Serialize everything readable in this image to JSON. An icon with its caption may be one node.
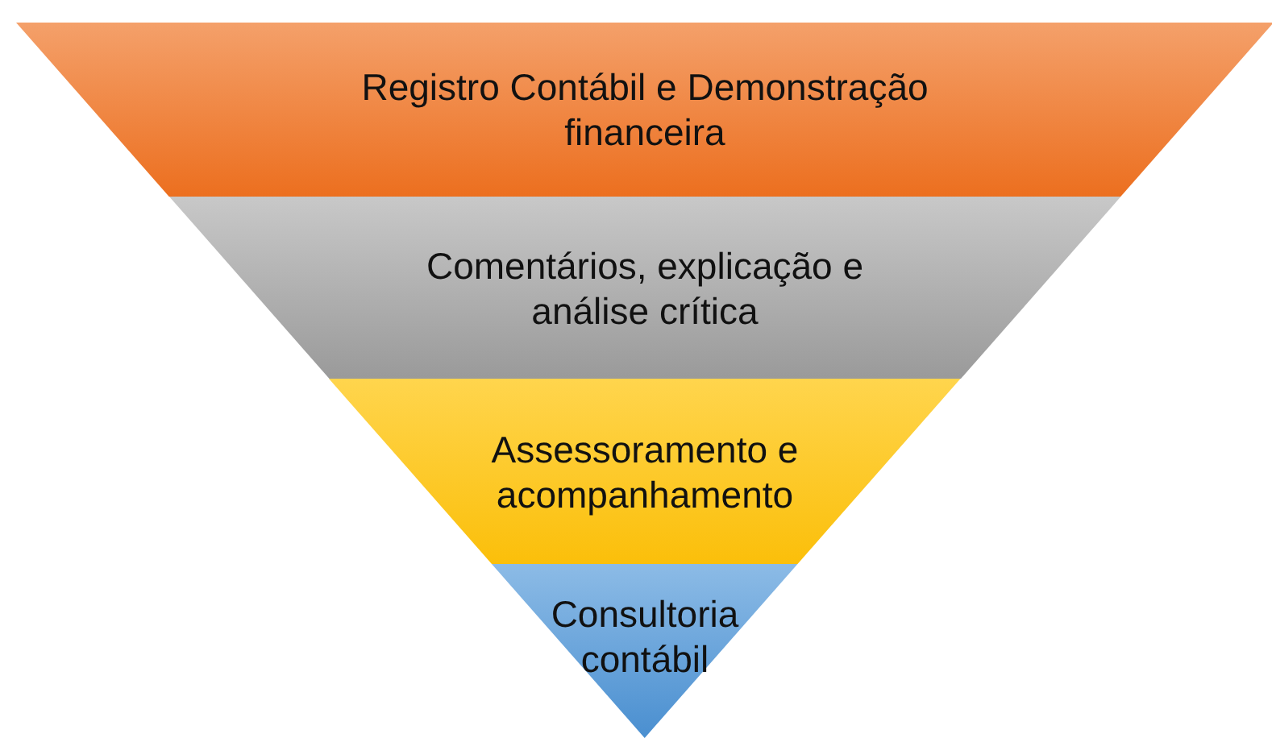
{
  "diagram": {
    "nodes": [
      {
        "text": [
          "Registro Contábil e Demonstração financeira"
        ]
      },
      {
        "text": [
          "Comentários, explicação e análise crítica"
        ]
      },
      {
        "text": [
          "Assessoramento e acompanhamento"
        ]
      },
      {
        "text": [
          "Consultoria contábil"
        ]
      }
    ]
  }
}
